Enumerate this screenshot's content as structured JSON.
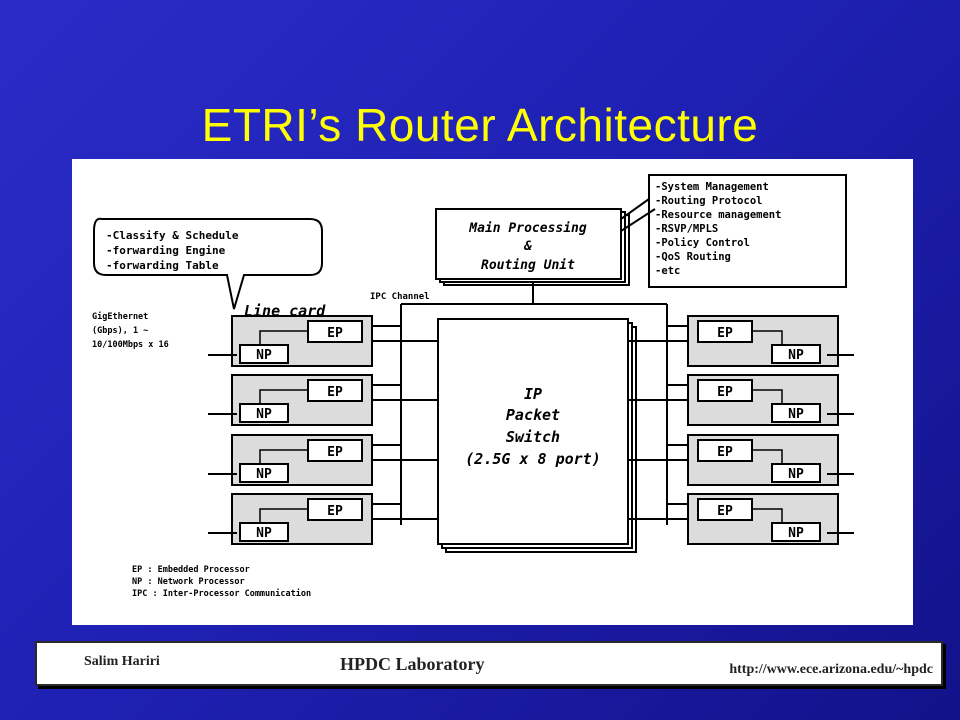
{
  "slide": {
    "title": "ETRI’s Router Architecture"
  },
  "diagram": {
    "main_unit": [
      "Main Processing",
      "&",
      "Routing Unit"
    ],
    "main_functions": [
      "-System Management",
      "-Routing Protocol",
      "-Resource management",
      "-RSVP/MPLS",
      "-Policy Control",
      "-QoS Routing",
      "-etc"
    ],
    "line_card_functions": [
      "-Classify & Schedule",
      "-forwarding Engine",
      "-forwarding Table"
    ],
    "line_card_label": "Line card",
    "ipc_label": "IPC Channel",
    "gige_label": [
      "GigEthernet",
      "(Gbps), 1 ~",
      "10/100Mbps x 16"
    ],
    "switch_label": [
      "IP",
      "Packet",
      "Switch",
      "(2.5G x 8 port)"
    ],
    "ep_label": "EP",
    "np_label": "NP",
    "legend": [
      "EP : Embedded Processor",
      "NP : Network Processor",
      "IPC : Inter-Processor Communication"
    ]
  },
  "footer": {
    "author": "Salim  Hariri",
    "lab": "HPDC Laboratory",
    "url": "http://www.ece.arizona.edu/~hpdc"
  }
}
